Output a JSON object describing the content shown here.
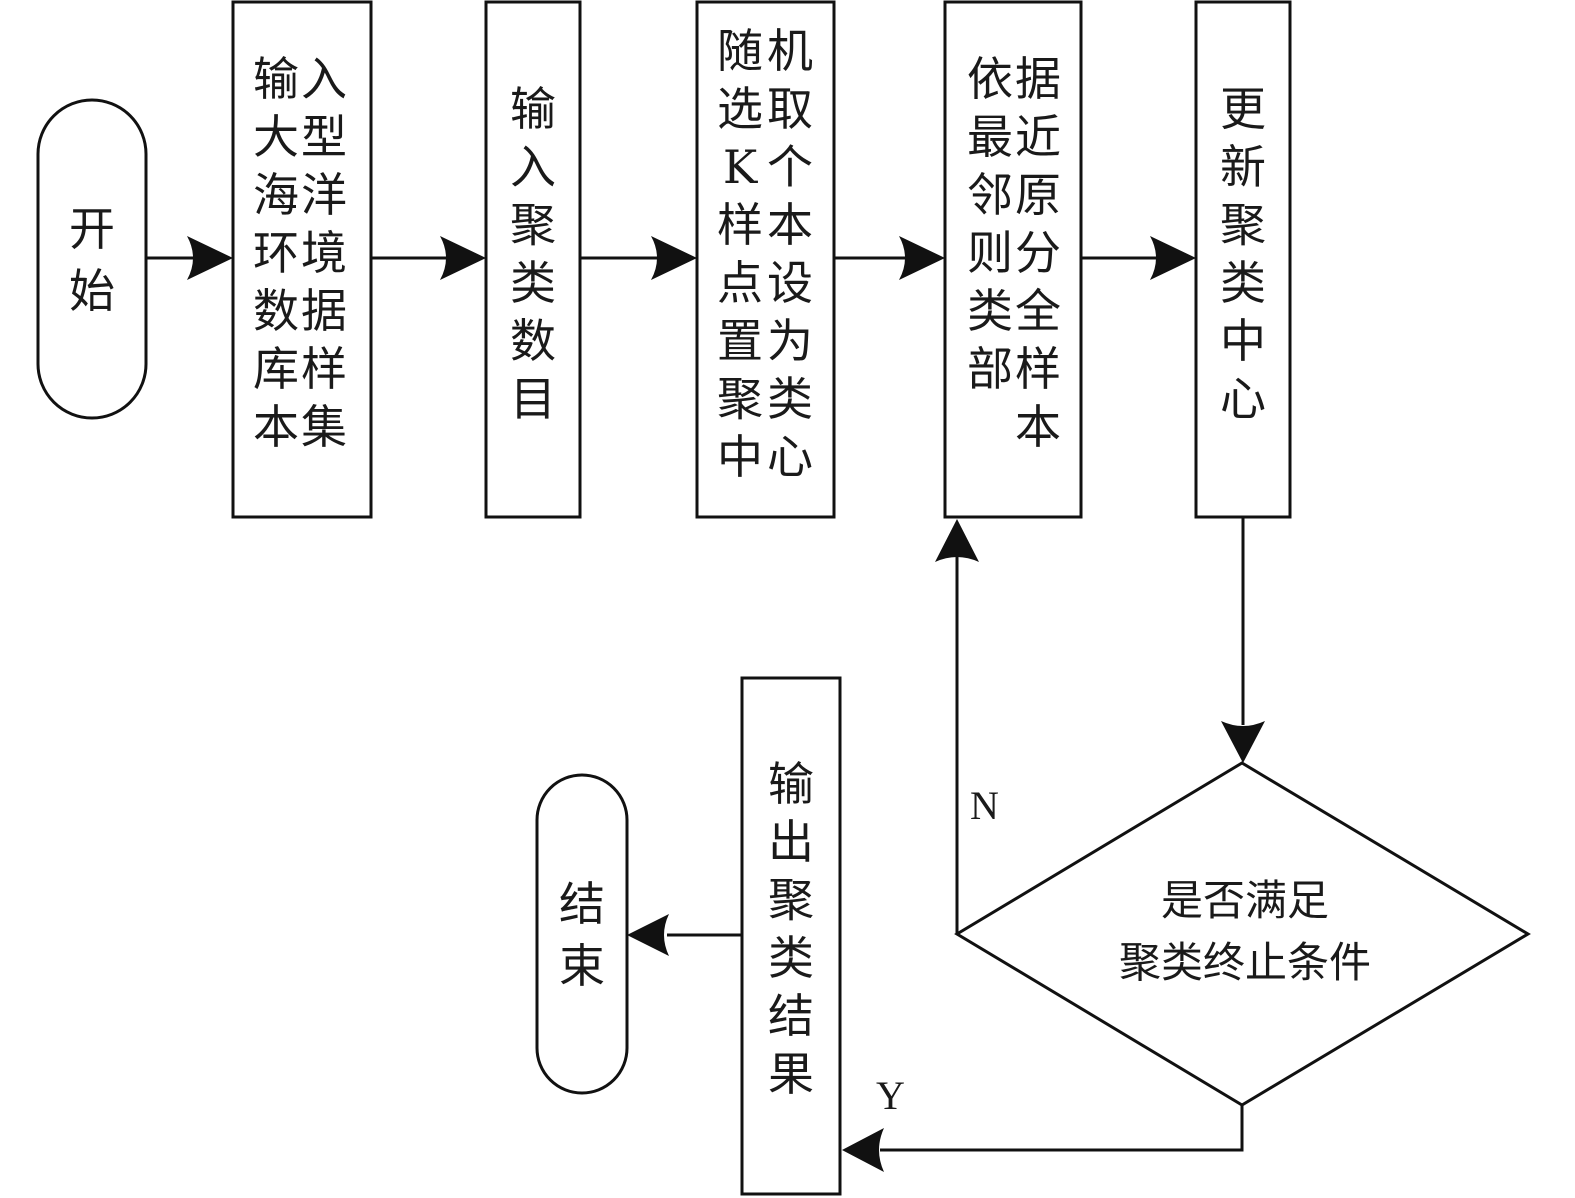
{
  "diagram": {
    "nodes": {
      "start": {
        "label": "开始"
      },
      "input_dataset": {
        "col1": "输大海环数库本",
        "col2": "入型洋境据样集",
        "text": "输入大型海洋环境数据库样本集"
      },
      "input_k": {
        "label": "输入聚类数目"
      },
      "random_centers": {
        "col1": "随选K样点置聚中",
        "col2": "机取个本设为类心",
        "text": "随机选取K个样本点设置为聚类中心"
      },
      "classify": {
        "col1": "依最邻则类部",
        "col2": "据近原分全样本",
        "text": "依据最近邻原则分类全部样本"
      },
      "update_centers": {
        "label": "更新聚类中心"
      },
      "decision": {
        "line1": "是否满足",
        "line2": "聚类终止条件"
      },
      "output": {
        "label": "输出聚类结果"
      },
      "end": {
        "label": "结束"
      }
    },
    "edge_labels": {
      "no": "N",
      "yes": "Y"
    }
  }
}
